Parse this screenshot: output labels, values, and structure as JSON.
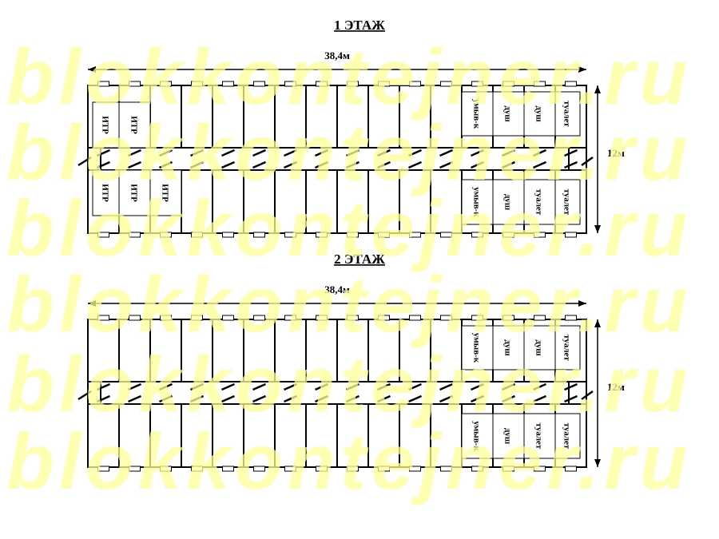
{
  "watermark": "blokkontejner.ru",
  "floors": [
    {
      "title": "1 ЭТАЖ",
      "width_label": "38,4м",
      "height_label": "12м",
      "columns": 16,
      "top_rooms": [
        {
          "col": 0,
          "label": "ИТР"
        },
        {
          "col": 1,
          "label": "ИТР"
        },
        {
          "col": 12,
          "label": "умыв-к"
        },
        {
          "col": 13,
          "label": "душ"
        },
        {
          "col": 14,
          "label": "душ"
        },
        {
          "col": 15,
          "label": "туалет"
        }
      ],
      "bottom_rooms": [
        {
          "col": 0,
          "label": "ИТР"
        },
        {
          "col": 1,
          "label": "ИТР"
        },
        {
          "col": 2,
          "label": "ИТР"
        },
        {
          "col": 12,
          "label": "умыв-к"
        },
        {
          "col": 13,
          "label": "душ"
        },
        {
          "col": 14,
          "label": "туалет"
        },
        {
          "col": 15,
          "label": "туалет"
        }
      ]
    },
    {
      "title": "2 ЭТАЖ",
      "width_label": "38,4м",
      "height_label": "12м",
      "columns": 16,
      "top_rooms": [
        {
          "col": 12,
          "label": "умыв-к"
        },
        {
          "col": 13,
          "label": "душ"
        },
        {
          "col": 14,
          "label": "душ"
        },
        {
          "col": 15,
          "label": "туалет"
        }
      ],
      "bottom_rooms": [
        {
          "col": 12,
          "label": "умыв-к"
        },
        {
          "col": 13,
          "label": "душ"
        },
        {
          "col": 14,
          "label": "туалет"
        },
        {
          "col": 15,
          "label": "туалет"
        }
      ]
    }
  ]
}
